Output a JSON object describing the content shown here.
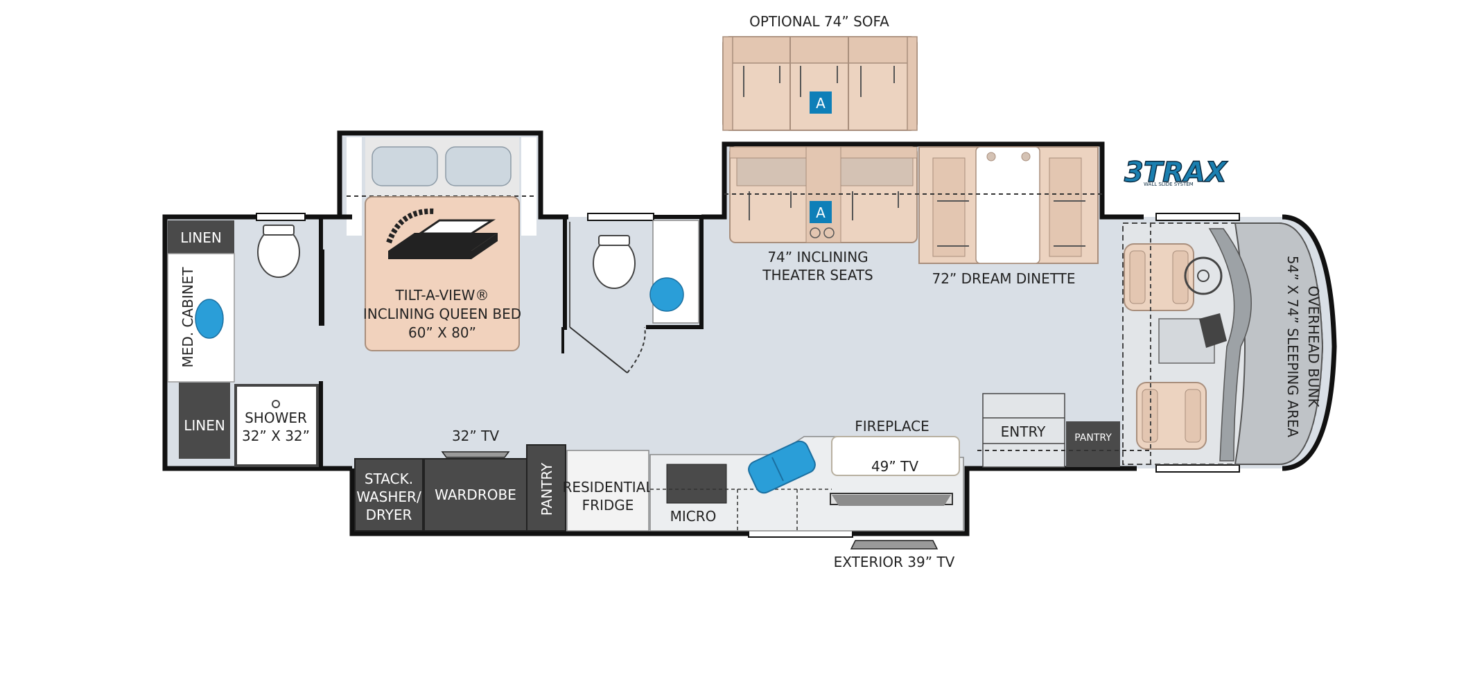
{
  "labels": {
    "optional_sofa": "OPTIONAL 74” SOFA",
    "sofa_badge": "A",
    "seats_badge": "A",
    "linen_top": "LINEN",
    "med_cabinet": "MED. CABINET",
    "linen_bottom": "LINEN",
    "shower_l1": "SHOWER",
    "shower_l2": "32” X 32”",
    "bed_l1": "TILT-A-VIEW®",
    "bed_l2": "INCLINING QUEEN BED",
    "bed_l3": "60” X 80”",
    "seats_l1": "74” INCLINING",
    "seats_l2": "THEATER SEATS",
    "dinette": "72” DREAM DINETTE",
    "overhead_l1": "OVERHEAD BUNK",
    "overhead_l2": "54” X 74” SLEEPING AREA",
    "tv_32": "32” TV",
    "washer_l1": "STACK.",
    "washer_l2": "WASHER/",
    "washer_l3": "DRYER",
    "wardrobe": "WARDROBE",
    "pantry_vertical": "PANTRY",
    "fridge_l1": "RESIDENTIAL",
    "fridge_l2": "FRIDGE",
    "micro": "MICRO",
    "fireplace": "FIREPLACE",
    "tv_49": "49” TV",
    "entry": "ENTRY",
    "pantry_small": "PANTRY",
    "exterior_tv": "EXTERIOR 39” TV"
  },
  "logo": {
    "text": "3TRAX",
    "tagline": "WALL SLIDE SYSTEM",
    "color": "#1a7fb0"
  },
  "colors": {
    "floor": "#d9dfe6",
    "wall": "#111111",
    "cabinet": "#4a4a4a",
    "upholstery": "#ecd3c0",
    "bed": "#f1d2bd",
    "accent_blue": "#2a9ed8",
    "badge": "#0e7fb8",
    "cockpit": "#bfc3c7"
  }
}
